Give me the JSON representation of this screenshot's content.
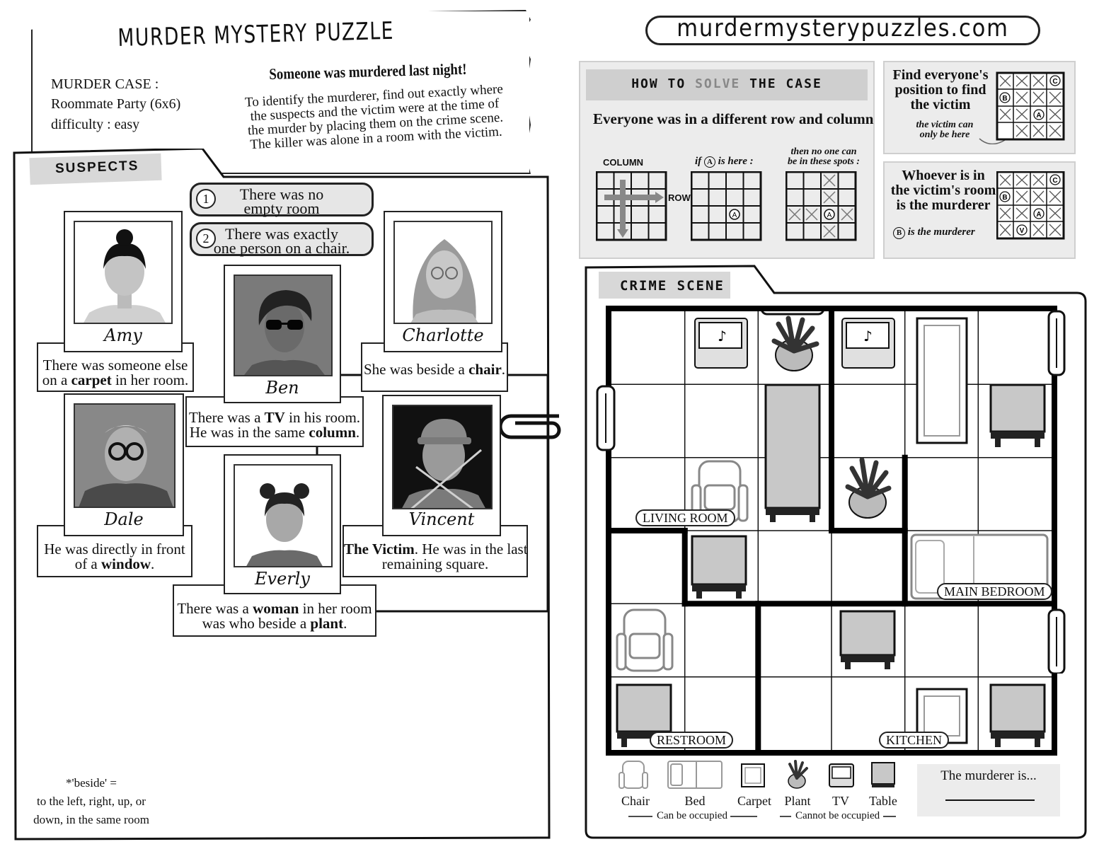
{
  "header": {
    "title": "MURDER MYSTERY PUZZLE",
    "case_label": "MURDER CASE :",
    "case_name": "Roommate Party (6x6)",
    "difficulty": "difficulty : easy",
    "intro_heading": "Someone was murdered last night!",
    "intro_lines": [
      "To identify the murderer, find out exactly where",
      "the suspects and the victim were at the time of",
      "the murder by placing them on the crime scene.",
      "The killer was alone in a room with the victim."
    ]
  },
  "site_url": "murdermysterypuzzles.com",
  "suspects_section": {
    "label": "SUSPECTS",
    "hints": [
      {
        "num": "1",
        "line1": "There was no",
        "line2": "empty room"
      },
      {
        "num": "2",
        "line1": "There was exactly",
        "line2": "one person on a chair."
      }
    ],
    "suspects": [
      {
        "name": "Amy",
        "clue": [
          "There was someone else",
          "on a ",
          "carpet",
          " in her room."
        ]
      },
      {
        "name": "Ben",
        "clue": [
          "There was a ",
          "TV",
          " in his room.",
          "He was in the same ",
          "column",
          "."
        ]
      },
      {
        "name": "Charlotte",
        "clue": [
          "She was beside a ",
          "chair",
          "."
        ]
      },
      {
        "name": "Dale",
        "clue": [
          "He was directly in front",
          "of a ",
          "window",
          "."
        ]
      },
      {
        "name": "Everly",
        "clue": [
          "There was a ",
          "woman",
          " in her room",
          "was who beside a ",
          "plant",
          "."
        ]
      },
      {
        "name": "Vincent",
        "clue": [
          "The Victim",
          ". He was in the last",
          "remaining square."
        ]
      }
    ],
    "beside_note": [
      "*'beside' =",
      "to the left, right, up, or",
      "down, in the same room"
    ]
  },
  "how_to": {
    "title_a": "HOW TO",
    "title_b": "SOLVE",
    "title_c": "THE CASE",
    "rule": "Everyone was in a different row and column",
    "column_label": "COLUMN",
    "row_label": "ROW",
    "if_label_a": "if",
    "if_letter": "A",
    "if_label_b": "is here :",
    "then_label_1": "then no one can",
    "then_label_2": "be in these spots :",
    "tip1": [
      "Find everyone's",
      "position to find",
      "the victim"
    ],
    "tip1_note": [
      "the victim can",
      "only be here"
    ],
    "tip2": [
      "Whoever is in",
      "the victim's room",
      "is the murderer"
    ],
    "tip2_note": "is the murderer",
    "tip2_letter": "B"
  },
  "crime_scene": {
    "label": "CRIME SCENE",
    "rooms": [
      "LIVING ROOM",
      "MAIN BEDROOM",
      "RESTROOM",
      "KITCHEN"
    ]
  },
  "legend": {
    "items": [
      "Chair",
      "Bed",
      "Carpet",
      "Plant",
      "TV",
      "Table"
    ],
    "occupied": "Can be occupied",
    "not_occupied": "Cannot be occupied"
  },
  "answer": {
    "prompt": "The murderer is..."
  },
  "colors": {
    "panel": "#ececec",
    "tab": "#d8d8d8",
    "dark": "#111111"
  }
}
